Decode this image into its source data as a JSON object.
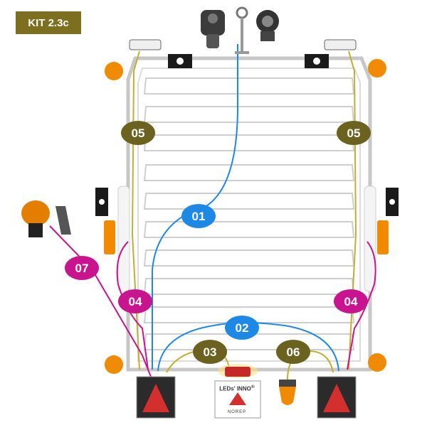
{
  "kit": {
    "label": "KIT 2.3c"
  },
  "cables": [
    {
      "id": "01",
      "color": "#1e88e5"
    },
    {
      "id": "02",
      "color": "#1e88e5"
    },
    {
      "id": "03",
      "color": "#6b6220"
    },
    {
      "id": "04",
      "color": "#c8158f"
    },
    {
      "id": "05",
      "color": "#6b6220"
    },
    {
      "id": "06",
      "color": "#6b6220"
    },
    {
      "id": "07",
      "color": "#c8158f"
    }
  ],
  "plate_logo": {
    "brand": "LEDs' INNO",
    "mark": "®",
    "sub": "NOREP"
  },
  "colors": {
    "badge": "#7c6f1f",
    "frame": "#c9c9c9",
    "blue": "#1e88e5",
    "olive": "#6b6220",
    "magenta": "#c8158f",
    "amber": "#f08a00"
  }
}
